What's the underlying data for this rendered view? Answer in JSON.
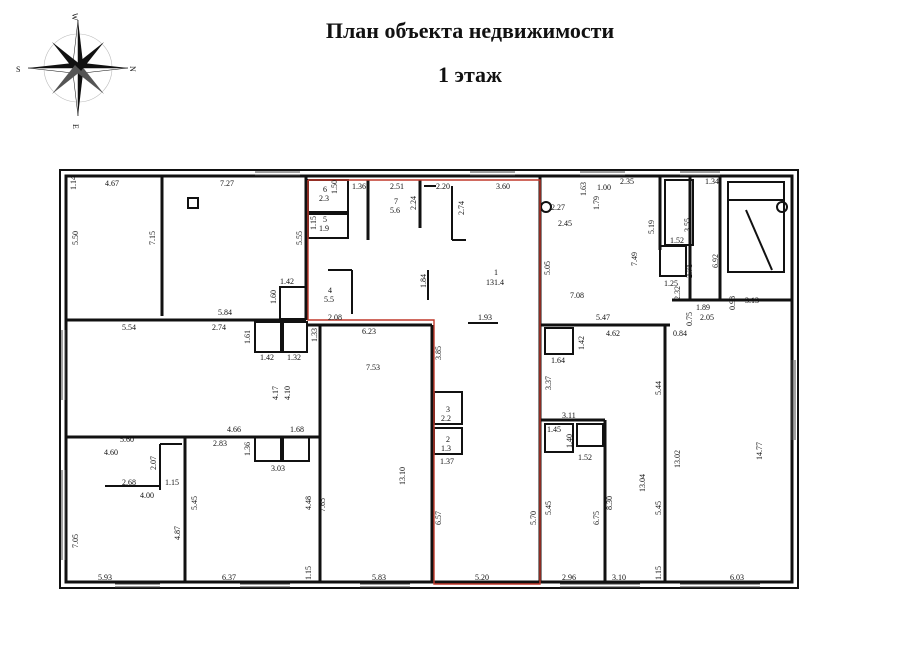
{
  "title": "План объекта недвижимости",
  "floor": "1 этаж",
  "compass": {
    "n": "N",
    "s": "S",
    "e": "E",
    "w": "W"
  },
  "colors": {
    "wall": "#111111",
    "highlight": "#c0392b"
  },
  "rooms": {
    "r1": {
      "num": "1",
      "area": "131.4"
    },
    "r2": {
      "num": "2",
      "area": "1.3"
    },
    "r3": {
      "num": "3",
      "area": "2.2"
    },
    "r4": {
      "num": "4",
      "area": "5.5"
    },
    "r5": {
      "num": "5",
      "area": "1.9"
    },
    "r6": {
      "num": "6",
      "area": "2.3"
    },
    "r7": {
      "num": "7",
      "area": "5.6"
    }
  },
  "dims": {
    "d01": "4.67",
    "d02": "7.27",
    "d03": "1.14",
    "d04": "5.50",
    "d05": "7.15",
    "d06": "5.55",
    "d07": "5.84",
    "d08": "1.42",
    "d09": "1.60",
    "d10": "2.08",
    "d11": "5.54",
    "d12": "2.74",
    "d13": "1.61",
    "d14": "1.42",
    "d15": "1.32",
    "d16": "1.33",
    "d17": "6.23",
    "d18": "7.53",
    "d19": "4.17",
    "d20": "4.10",
    "d21": "5.60",
    "d22": "4.66",
    "d23": "1.68",
    "d24": "2.83",
    "d25": "1.36",
    "d26": "3.03",
    "d27": "4.60",
    "d28": "2.07",
    "d29": "2.68",
    "d30": "1.15",
    "d31": "4.00",
    "d32": "5.45",
    "d33": "4.48",
    "d34": "7.65",
    "d35": "13.10",
    "d36": "7.05",
    "d37": "4.87",
    "d38": "5.93",
    "d39": "6.37",
    "d40": "1.15",
    "d41": "5.83",
    "d42": "1.36",
    "d43": "2.51",
    "d44": "2.20",
    "d45": "3.60",
    "d46": "2.24",
    "d47": "2.74",
    "d48": "1.15",
    "d49": "1.84",
    "d50": "1.93",
    "d51": "3.85",
    "d52": "1.37",
    "d53": "6.57",
    "d54": "5.70",
    "d55": "5.20",
    "d56": "1.63",
    "d57": "1.00",
    "d58": "2.35",
    "d59": "1.34",
    "d60": "2.27",
    "d61": "1.79",
    "d62": "2.45",
    "d63": "5.19",
    "d64": "3.55",
    "d65": "1.52",
    "d66": "7.49",
    "d67": "5.05",
    "d68": "2.71",
    "d69": "6.92",
    "d70": "1.25",
    "d71": "7.08",
    "d72": "2.32",
    "d73": "1.89",
    "d74": "0.98",
    "d75": "3.13",
    "d76": "5.47",
    "d77": "0.75",
    "d78": "2.05",
    "d79": "4.62",
    "d80": "0.84",
    "d81": "1.42",
    "d82": "1.64",
    "d83": "3.37",
    "d84": "5.44",
    "d85": "3.11",
    "d86": "1.45",
    "d87": "1.40",
    "d88": "1.52",
    "d89": "13.04",
    "d90": "13.02",
    "d91": "14.77",
    "d92": "5.45",
    "d93": "6.75",
    "d94": "8.30",
    "d95": "5.45",
    "d96": "2.96",
    "d97": "3.10",
    "d98": "1.15",
    "d99": "6.03",
    "e01": "1.50"
  }
}
